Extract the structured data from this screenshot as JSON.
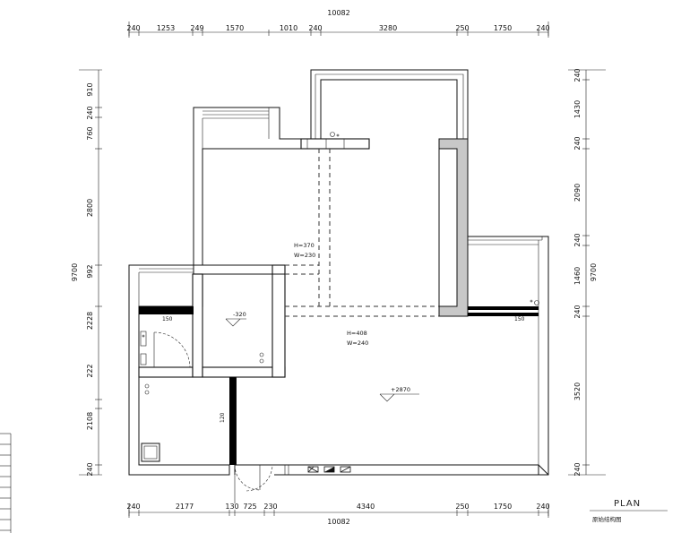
{
  "top_dims": {
    "total": "10082",
    "segments": [
      "240",
      "1253",
      "249",
      "1570",
      "1010",
      "240",
      "3280",
      "250",
      "1750",
      "240"
    ]
  },
  "bottom_dims": {
    "total": "10082",
    "segments": [
      "240",
      "2177",
      "130",
      "725",
      "230",
      "4340",
      "250",
      "1750",
      "240"
    ]
  },
  "left_dims": {
    "total": "9700",
    "segments": [
      "910",
      "240",
      "760",
      "2800",
      "992",
      "2228",
      "222",
      "2108",
      "240"
    ]
  },
  "right_dims": {
    "total": "9700",
    "segments": [
      "240",
      "1430",
      "240",
      "2090",
      "240",
      "1460",
      "240",
      "3520",
      "240"
    ]
  },
  "labels": {
    "beam1_h": "H=370",
    "beam1_w": "W=230",
    "beam2_h": "H=408",
    "beam2_w": "W=240",
    "level_room": "-320",
    "level_main": "+2870",
    "wall_mark_a": "150",
    "wall_mark_b": "120",
    "wall_mark_c": "150"
  },
  "title": {
    "main": "PLAN",
    "sub": "原始结构图"
  },
  "colors": {
    "line": "#111111",
    "column_fill": "#c8c8c8",
    "solid_wall": "#000000"
  }
}
